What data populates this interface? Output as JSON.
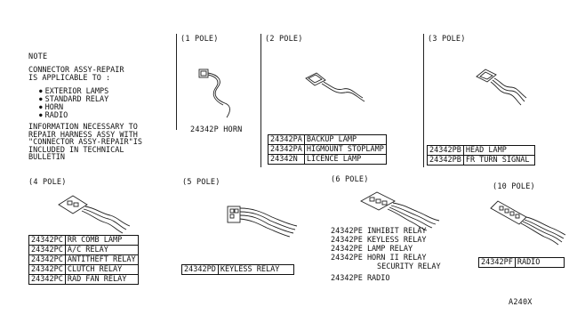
{
  "note": {
    "title": "NOTE",
    "text_lines": [
      "CONNECTOR ASSY-REPAIR",
      "IS APPLICABLE TO :"
    ],
    "bullets": [
      "EXTERIOR LAMPS",
      "STANDARD RELAY",
      "HORN",
      "RADIO"
    ],
    "info_lines": [
      "INFORMATION NECESSARY TO",
      "REPAIR HARNESS ASSY WITH",
      "\"CONNECTOR ASSY-REPAIR\"IS",
      "INCLUDED IN TECHNICAL",
      "BULLETIN"
    ]
  },
  "sections": {
    "pole1": {
      "label": "(1 POLE)",
      "callout": "24342P HORN"
    },
    "pole2": {
      "label": "(2 POLE)",
      "rows": [
        {
          "pn": "24342PA",
          "desc": "BACKUP LAMP"
        },
        {
          "pn": "24342PA",
          "desc": "HIGMOUNT STOPLAMP"
        },
        {
          "pn": "24342N",
          "desc": "LICENCE LAMP"
        }
      ]
    },
    "pole3": {
      "label": "(3 POLE)",
      "rows": [
        {
          "pn": "24342PB",
          "desc": "HEAD LAMP"
        },
        {
          "pn": "24342PB",
          "desc": "FR TURN SIGNAL"
        }
      ]
    },
    "pole4": {
      "label": "(4 POLE)",
      "rows": [
        {
          "pn": "24342PC",
          "desc": "RR COMB LAMP"
        },
        {
          "pn": "24342PC",
          "desc": "A/C RELAY"
        },
        {
          "pn": "24342PC",
          "desc": "ANTITHEFT RELAY"
        },
        {
          "pn": "24342PC",
          "desc": "CLUTCH RELAY"
        },
        {
          "pn": "24342PC",
          "desc": "RAD FAN RELAY"
        }
      ]
    },
    "pole5": {
      "label": "(5 POLE)",
      "rows": [
        {
          "pn": "24342PD",
          "desc": "KEYLESS RELAY"
        }
      ]
    },
    "pole6": {
      "label": "(6 POLE)",
      "lines": [
        "24342PE INHIBIT RELAY",
        "24342PE KEYLESS RELAY",
        "24342PE LAMP RELAY",
        "24342PE HORN II RELAY",
        "SECURITY RELAY",
        "24342PE RADIO"
      ]
    },
    "pole10": {
      "label": "(10 POLE)",
      "rows": [
        {
          "pn": "24342PF",
          "desc": "RADIO"
        }
      ]
    }
  },
  "figure_code": "A240X"
}
